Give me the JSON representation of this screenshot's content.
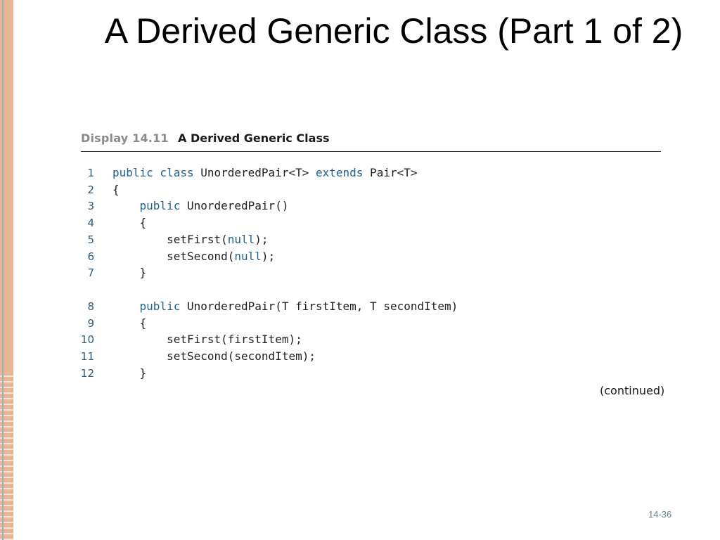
{
  "slide": {
    "title": "A Derived Generic Class (Part 1 of 2)",
    "page_number": "14-36"
  },
  "display": {
    "label": "Display 14.11",
    "caption": "A Derived Generic Class",
    "continued": "(continued)"
  },
  "code": {
    "lines": [
      {
        "num": "1",
        "parts": [
          [
            "public class",
            "kw"
          ],
          [
            " UnorderedPair<T> ",
            ""
          ],
          [
            "extends",
            "kw"
          ],
          [
            " Pair<T>",
            ""
          ]
        ]
      },
      {
        "num": "2",
        "parts": [
          [
            "{",
            ""
          ]
        ]
      },
      {
        "num": "3",
        "parts": [
          [
            "    ",
            ""
          ],
          [
            "public",
            "kw"
          ],
          [
            " UnorderedPair()",
            ""
          ]
        ]
      },
      {
        "num": "4",
        "parts": [
          [
            "    {",
            ""
          ]
        ]
      },
      {
        "num": "5",
        "parts": [
          [
            "        setFirst(",
            ""
          ],
          [
            "null",
            "kw"
          ],
          [
            ");",
            ""
          ]
        ]
      },
      {
        "num": "6",
        "parts": [
          [
            "        setSecond(",
            ""
          ],
          [
            "null",
            "kw"
          ],
          [
            ");",
            ""
          ]
        ]
      },
      {
        "num": "7",
        "parts": [
          [
            "    }",
            ""
          ]
        ]
      },
      {
        "num": "8",
        "parts": [
          [
            "    ",
            ""
          ],
          [
            "public",
            "kw"
          ],
          [
            " UnorderedPair(T firstItem, T secondItem)",
            ""
          ]
        ]
      },
      {
        "num": "9",
        "parts": [
          [
            "    {",
            ""
          ]
        ]
      },
      {
        "num": "10",
        "parts": [
          [
            "        setFirst(firstItem);",
            ""
          ]
        ]
      },
      {
        "num": "11",
        "parts": [
          [
            "        setSecond(secondItem);",
            ""
          ]
        ]
      },
      {
        "num": "12",
        "parts": [
          [
            "    }",
            ""
          ]
        ]
      }
    ]
  }
}
